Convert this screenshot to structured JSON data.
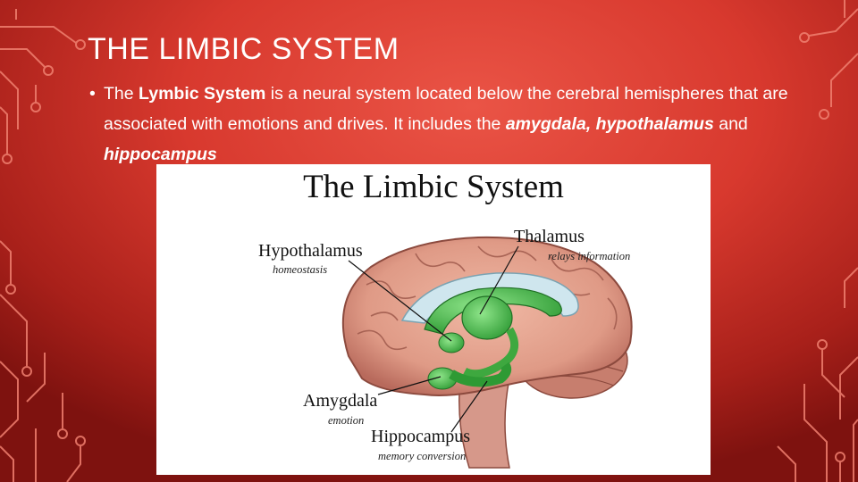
{
  "slide": {
    "title": "THE LIMBIC SYSTEM",
    "bullet": {
      "marker": "•",
      "t1": "The ",
      "b1": "Lymbic System",
      "t2": " is a neural system located below the cerebral hemispheres that are associated with emotions and drives. It includes the ",
      "bi1": "amygdala, hypothalamus",
      "t3": " and ",
      "bi2": "hippocampus"
    },
    "colors": {
      "background": "#d8392e",
      "circuit": "#f07a66",
      "text": "#ffffff"
    }
  },
  "figure": {
    "title": "The Limbic System",
    "labels": {
      "hypothalamus": "Hypothalamus",
      "hypothalamus_sub": "homeostasis",
      "thalamus": "Thalamus",
      "thalamus_sub": "relays information",
      "amygdala": "Amygdala",
      "amygdala_sub": "emotion",
      "hippocampus": "Hippocampus",
      "hippocampus_sub": "memory conversion"
    }
  }
}
